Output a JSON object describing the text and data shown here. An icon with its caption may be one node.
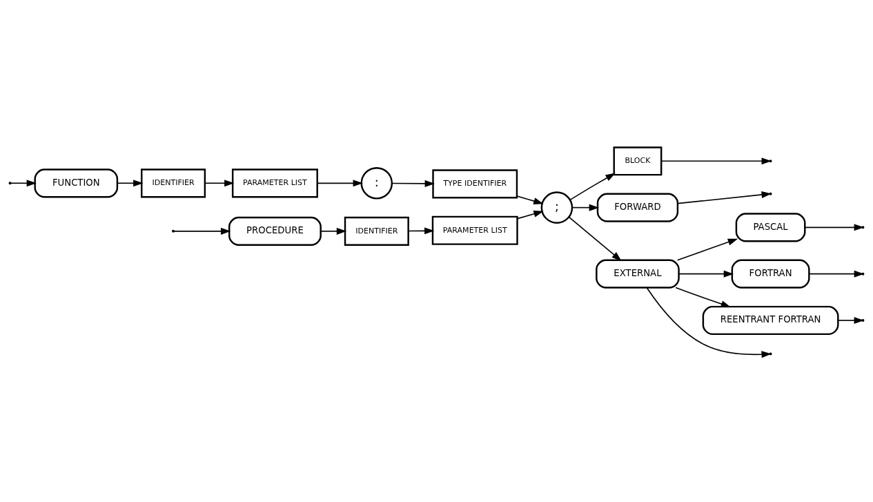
{
  "diagram": {
    "nodes": [
      {
        "text": [
          "PROCEDURE"
        ]
      },
      {
        "text": [
          "IDENTIFIER"
        ]
      },
      {
        "text": [
          "PARAMETER LIST"
        ]
      },
      {
        "text": [
          "FUNCTION"
        ]
      },
      {
        "text": [
          "IDENTIFIER"
        ]
      },
      {
        "text": [
          "PARAMETER LIST"
        ]
      },
      {
        "text": [
          ":"
        ]
      },
      {
        "text": [
          "TYPE IDENTIFIER"
        ]
      },
      {
        "text": [
          ";"
        ]
      },
      {
        "text": [
          "BLOCK"
        ]
      },
      {
        "text": [
          "FORWARD"
        ]
      },
      {
        "text": [
          "EXTERNAL"
        ]
      },
      {
        "text": [
          "PASCAL"
        ]
      },
      {
        "text": [
          "FORTRAN"
        ]
      },
      {
        "text": [
          "REENTRANT FORTRAN"
        ]
      }
    ],
    "edges": [
      {
        "from": null,
        "to": 0,
        "arrow": "to"
      },
      {
        "from": null,
        "to": 3,
        "arrow": "to"
      },
      {
        "from": 0,
        "to": 1,
        "arrow": "to"
      },
      {
        "from": 1,
        "to": 2,
        "arrow": "to"
      },
      {
        "from": 3,
        "to": 4,
        "arrow": "to"
      },
      {
        "from": 4,
        "to": 5,
        "arrow": "to"
      },
      {
        "from": 5,
        "to": 6,
        "arrow": "to"
      },
      {
        "from": 6,
        "to": 7,
        "arrow": "to"
      },
      {
        "from": 2,
        "to": 8,
        "arrow": "to"
      },
      {
        "from": 7,
        "to": 8,
        "arrow": "to"
      },
      {
        "from": 8,
        "to": 9,
        "arrow": "to"
      },
      {
        "from": 8,
        "to": 10,
        "arrow": "to"
      },
      {
        "from": 8,
        "to": 11,
        "arrow": "to"
      },
      {
        "from": 9,
        "to": null,
        "arrow": "to"
      },
      {
        "from": 10,
        "to": null,
        "arrow": "to"
      },
      {
        "from": 11,
        "to": 12,
        "arrow": "to"
      },
      {
        "from": 11,
        "to": 13,
        "arrow": "to"
      },
      {
        "from": 11,
        "to": 14,
        "arrow": "to"
      },
      {
        "from": 11,
        "to": null,
        "arrow": "to"
      },
      {
        "from": 12,
        "to": null,
        "arrow": "to"
      },
      {
        "from": 13,
        "to": null,
        "arrow": "to"
      },
      {
        "from": 14,
        "to": null,
        "arrow": "to"
      }
    ]
  }
}
